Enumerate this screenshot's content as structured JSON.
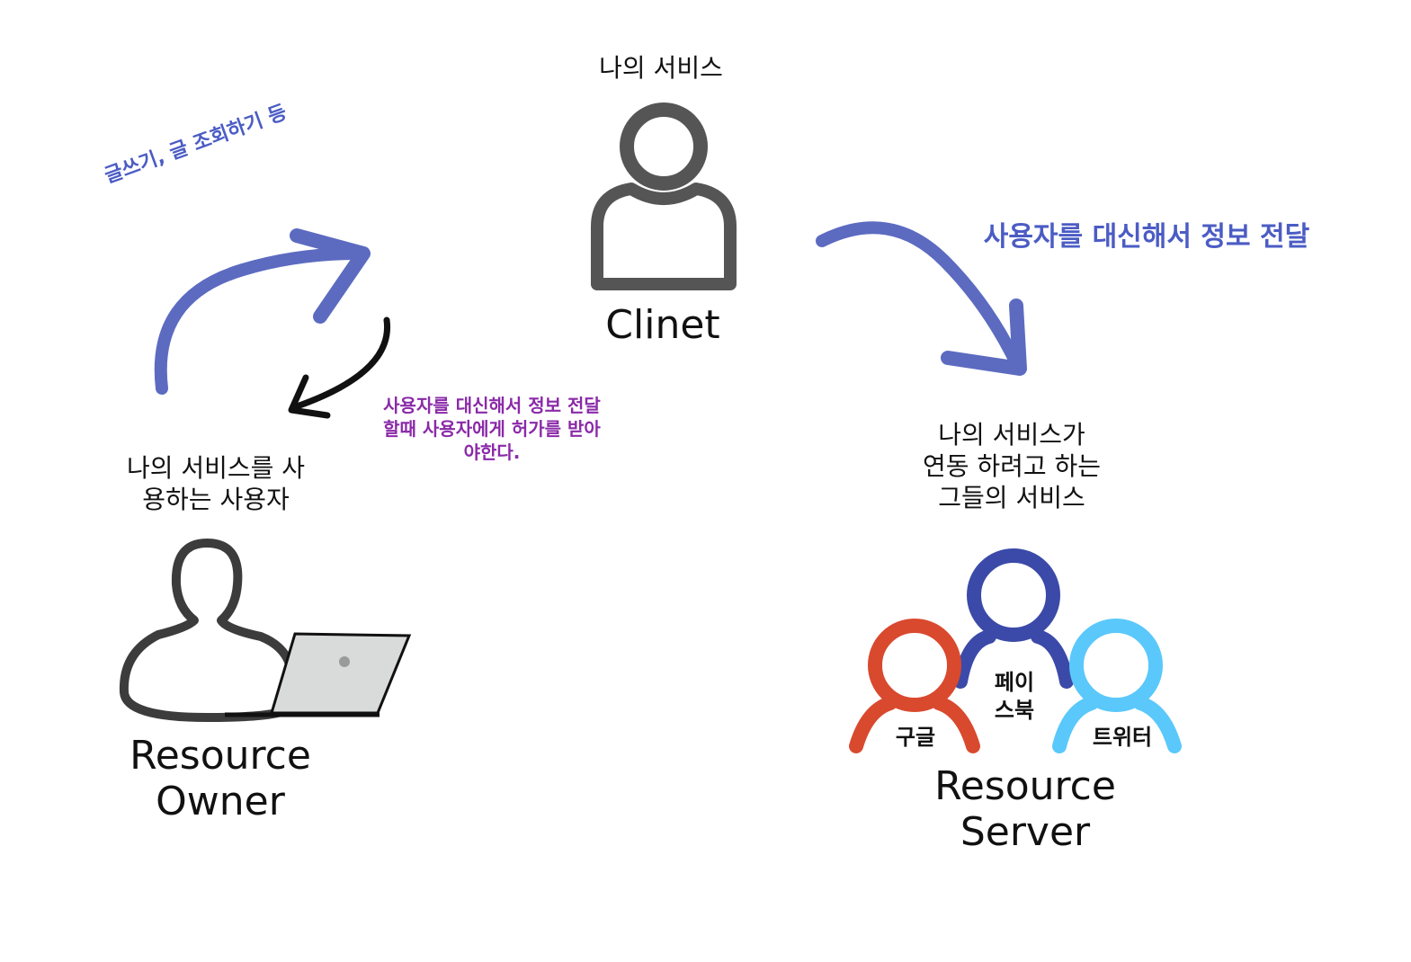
{
  "colors": {
    "outline": "#555555",
    "owner_outline": "#3c3c3c",
    "arrow_blue": "#5c6bc0",
    "arrow_black": "#111111",
    "label_blue": "#4b5cc4",
    "note_purple": "#8a2aa8",
    "google_red": "#d9492e",
    "facebook_navy": "#3b4aa8",
    "twitter_sky": "#5ac8fa",
    "laptop_fill": "#d9dada"
  },
  "icons": {
    "client": "user-icon",
    "owner": "user-with-laptop-icon",
    "laptop": "laptop-icon",
    "server_group": "user-group-icon"
  },
  "client": {
    "top_label": "나의 서비스",
    "role": "Clinet"
  },
  "owner": {
    "top_label_lines": [
      "나의 서비스를 사",
      "용하는 사용자"
    ],
    "role_lines": [
      "Resource",
      "Owner"
    ]
  },
  "server": {
    "top_label_lines": [
      "나의 서비스가",
      "연동 하려고 하는",
      "그들의 서비스"
    ],
    "role_lines": [
      "Resource",
      "Server"
    ],
    "members": {
      "google": "구글",
      "facebook_lines": [
        "페이",
        "스북"
      ],
      "twitter": "트위터"
    }
  },
  "arrows": {
    "owner_to_client_label": "글쓰기, 글 조회하기 등",
    "client_to_server_label": "사용자를 대신해서 정보 전달",
    "client_to_owner_note_lines": [
      "사용자를 대신해서 정보 전달",
      "할때 사용자에게 허가를 받아",
      "야한다."
    ]
  }
}
